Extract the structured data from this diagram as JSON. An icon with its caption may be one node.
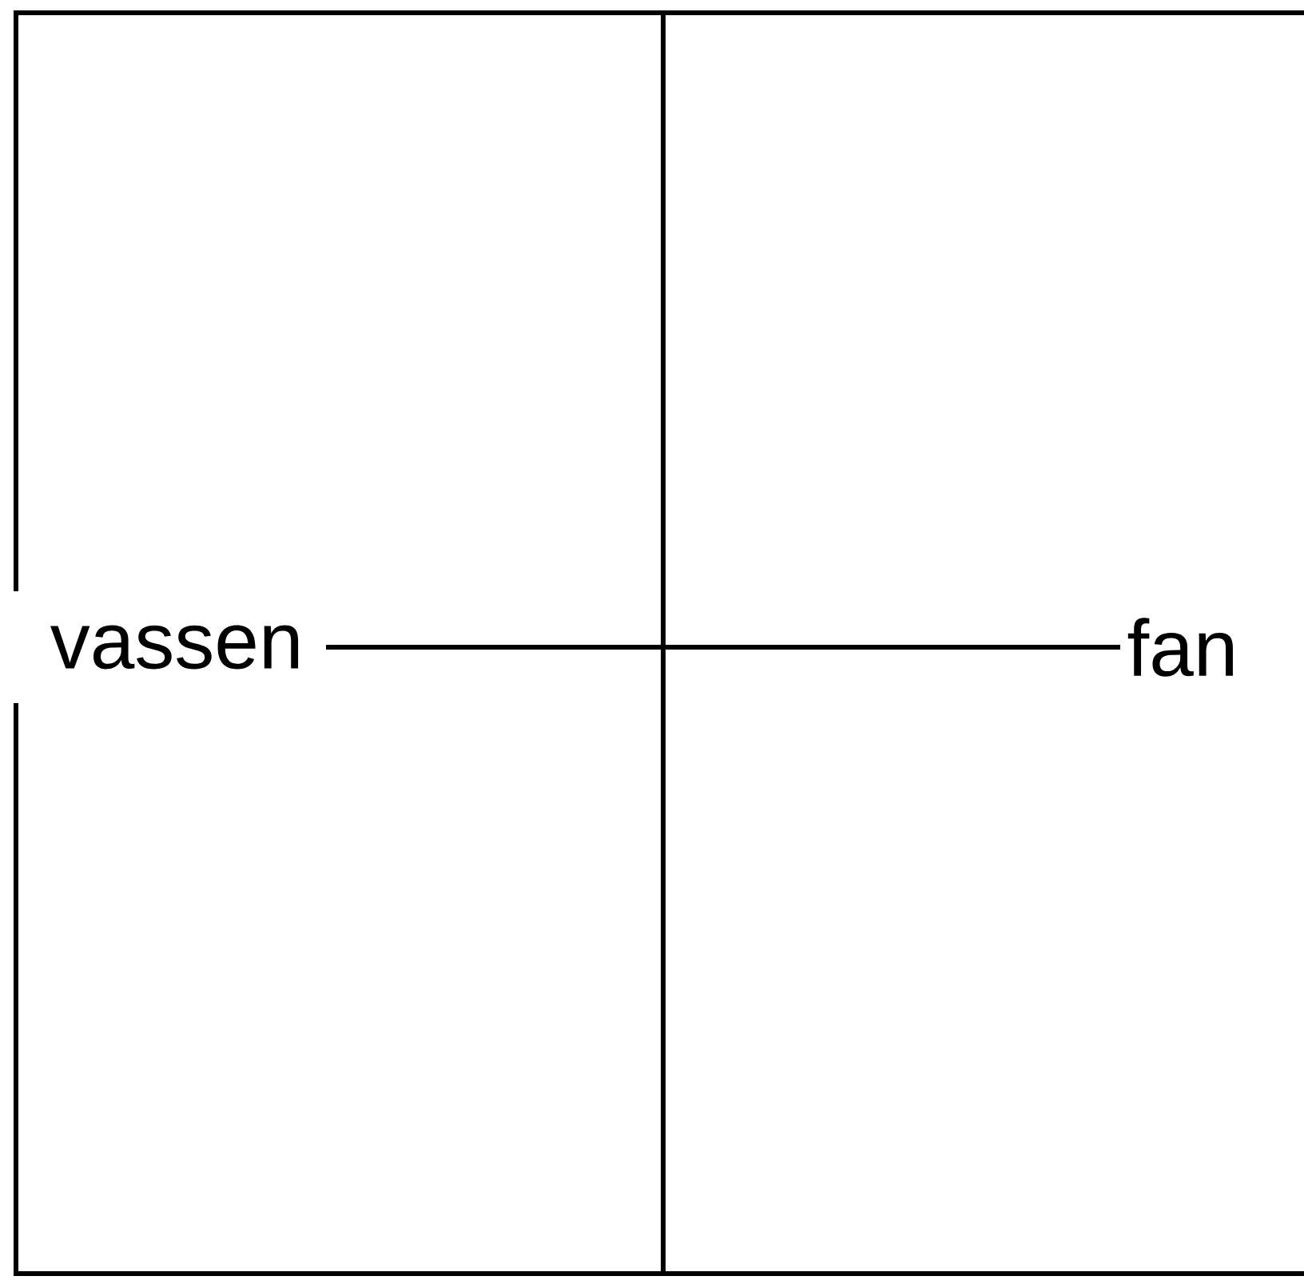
{
  "diagram": {
    "nodes": [
      {
        "text": [
          "vassen"
        ]
      },
      {
        "text": [
          "fan"
        ]
      }
    ],
    "edges": [
      {
        "from": 0,
        "to": 1,
        "arrow": "none"
      }
    ]
  }
}
